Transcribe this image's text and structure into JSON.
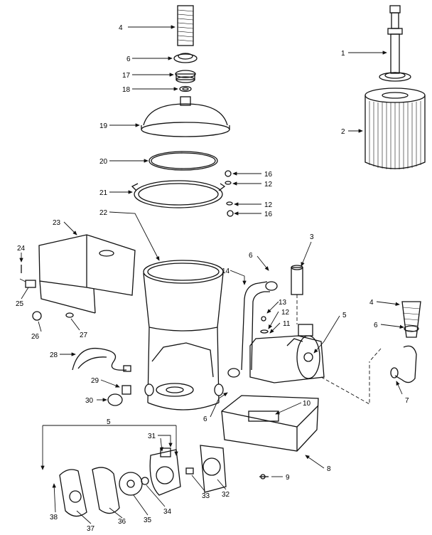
{
  "callouts": {
    "c1": "1",
    "c2": "2",
    "c3": "3",
    "c4a": "4",
    "c4b": "4",
    "c5a": "5",
    "c5b": "5",
    "c6a": "6",
    "c6b": "6",
    "c6c": "6",
    "c6d": "6",
    "c7": "7",
    "c8": "8",
    "c9": "9",
    "c10": "10",
    "c11": "11",
    "c12a": "12",
    "c12b": "12",
    "c12c": "12",
    "c13": "13",
    "c14": "14",
    "c16a": "16",
    "c16b": "16",
    "c17": "17",
    "c18": "18",
    "c19": "19",
    "c20": "20",
    "c21": "21",
    "c22": "22",
    "c23": "23",
    "c24": "24",
    "c25": "25",
    "c26": "26",
    "c27": "27",
    "c28": "28",
    "c29": "29",
    "c30": "30",
    "c31": "31",
    "c32": "32",
    "c33": "33",
    "c34": "34",
    "c35": "35",
    "c36": "36",
    "c37": "37",
    "c38": "38"
  }
}
